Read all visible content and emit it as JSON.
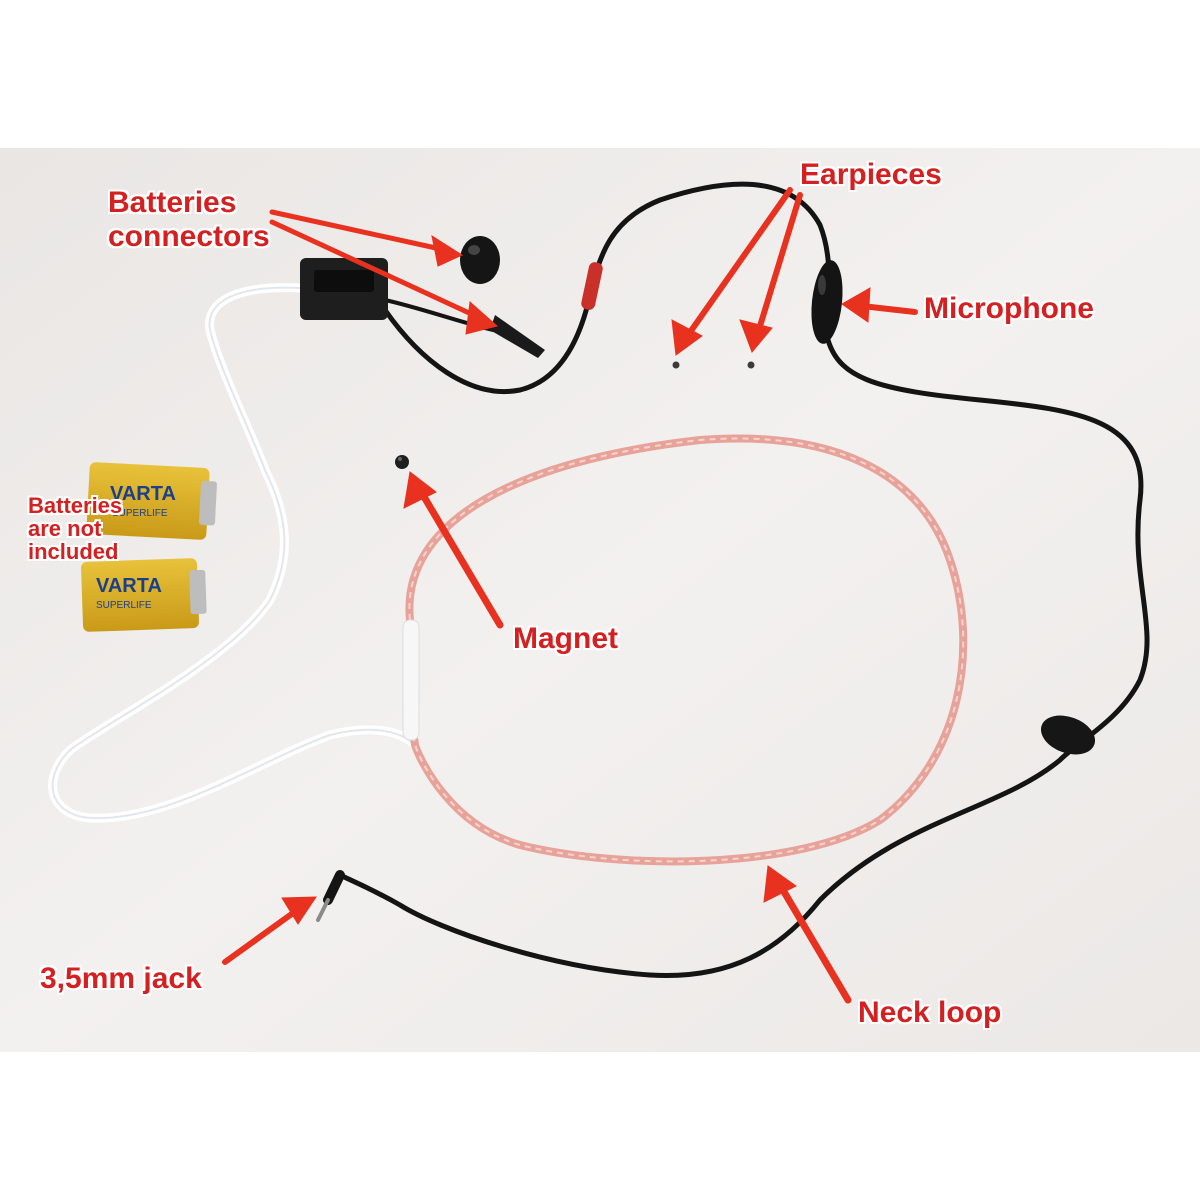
{
  "photo": {
    "background_color": "#f1eeeb",
    "cable_color": "#1a1a1a",
    "white_cable_color": "#f7f8fb",
    "loop_color": "#e9a49a",
    "label_color": "#d42020",
    "arrow_color": "#e8321f"
  },
  "labels": {
    "batteries_connectors": [
      "Batteries",
      "connectors"
    ],
    "earpieces": "Earpieces",
    "microphone": "Microphone",
    "batteries_not_included": [
      "Batteries",
      "are not",
      "included"
    ],
    "magnet": "Magnet",
    "jack": "3,5mm jack",
    "neck_loop": "Neck loop"
  },
  "batteries": {
    "brand": "VARTA",
    "line": "SUPERLIFE"
  }
}
